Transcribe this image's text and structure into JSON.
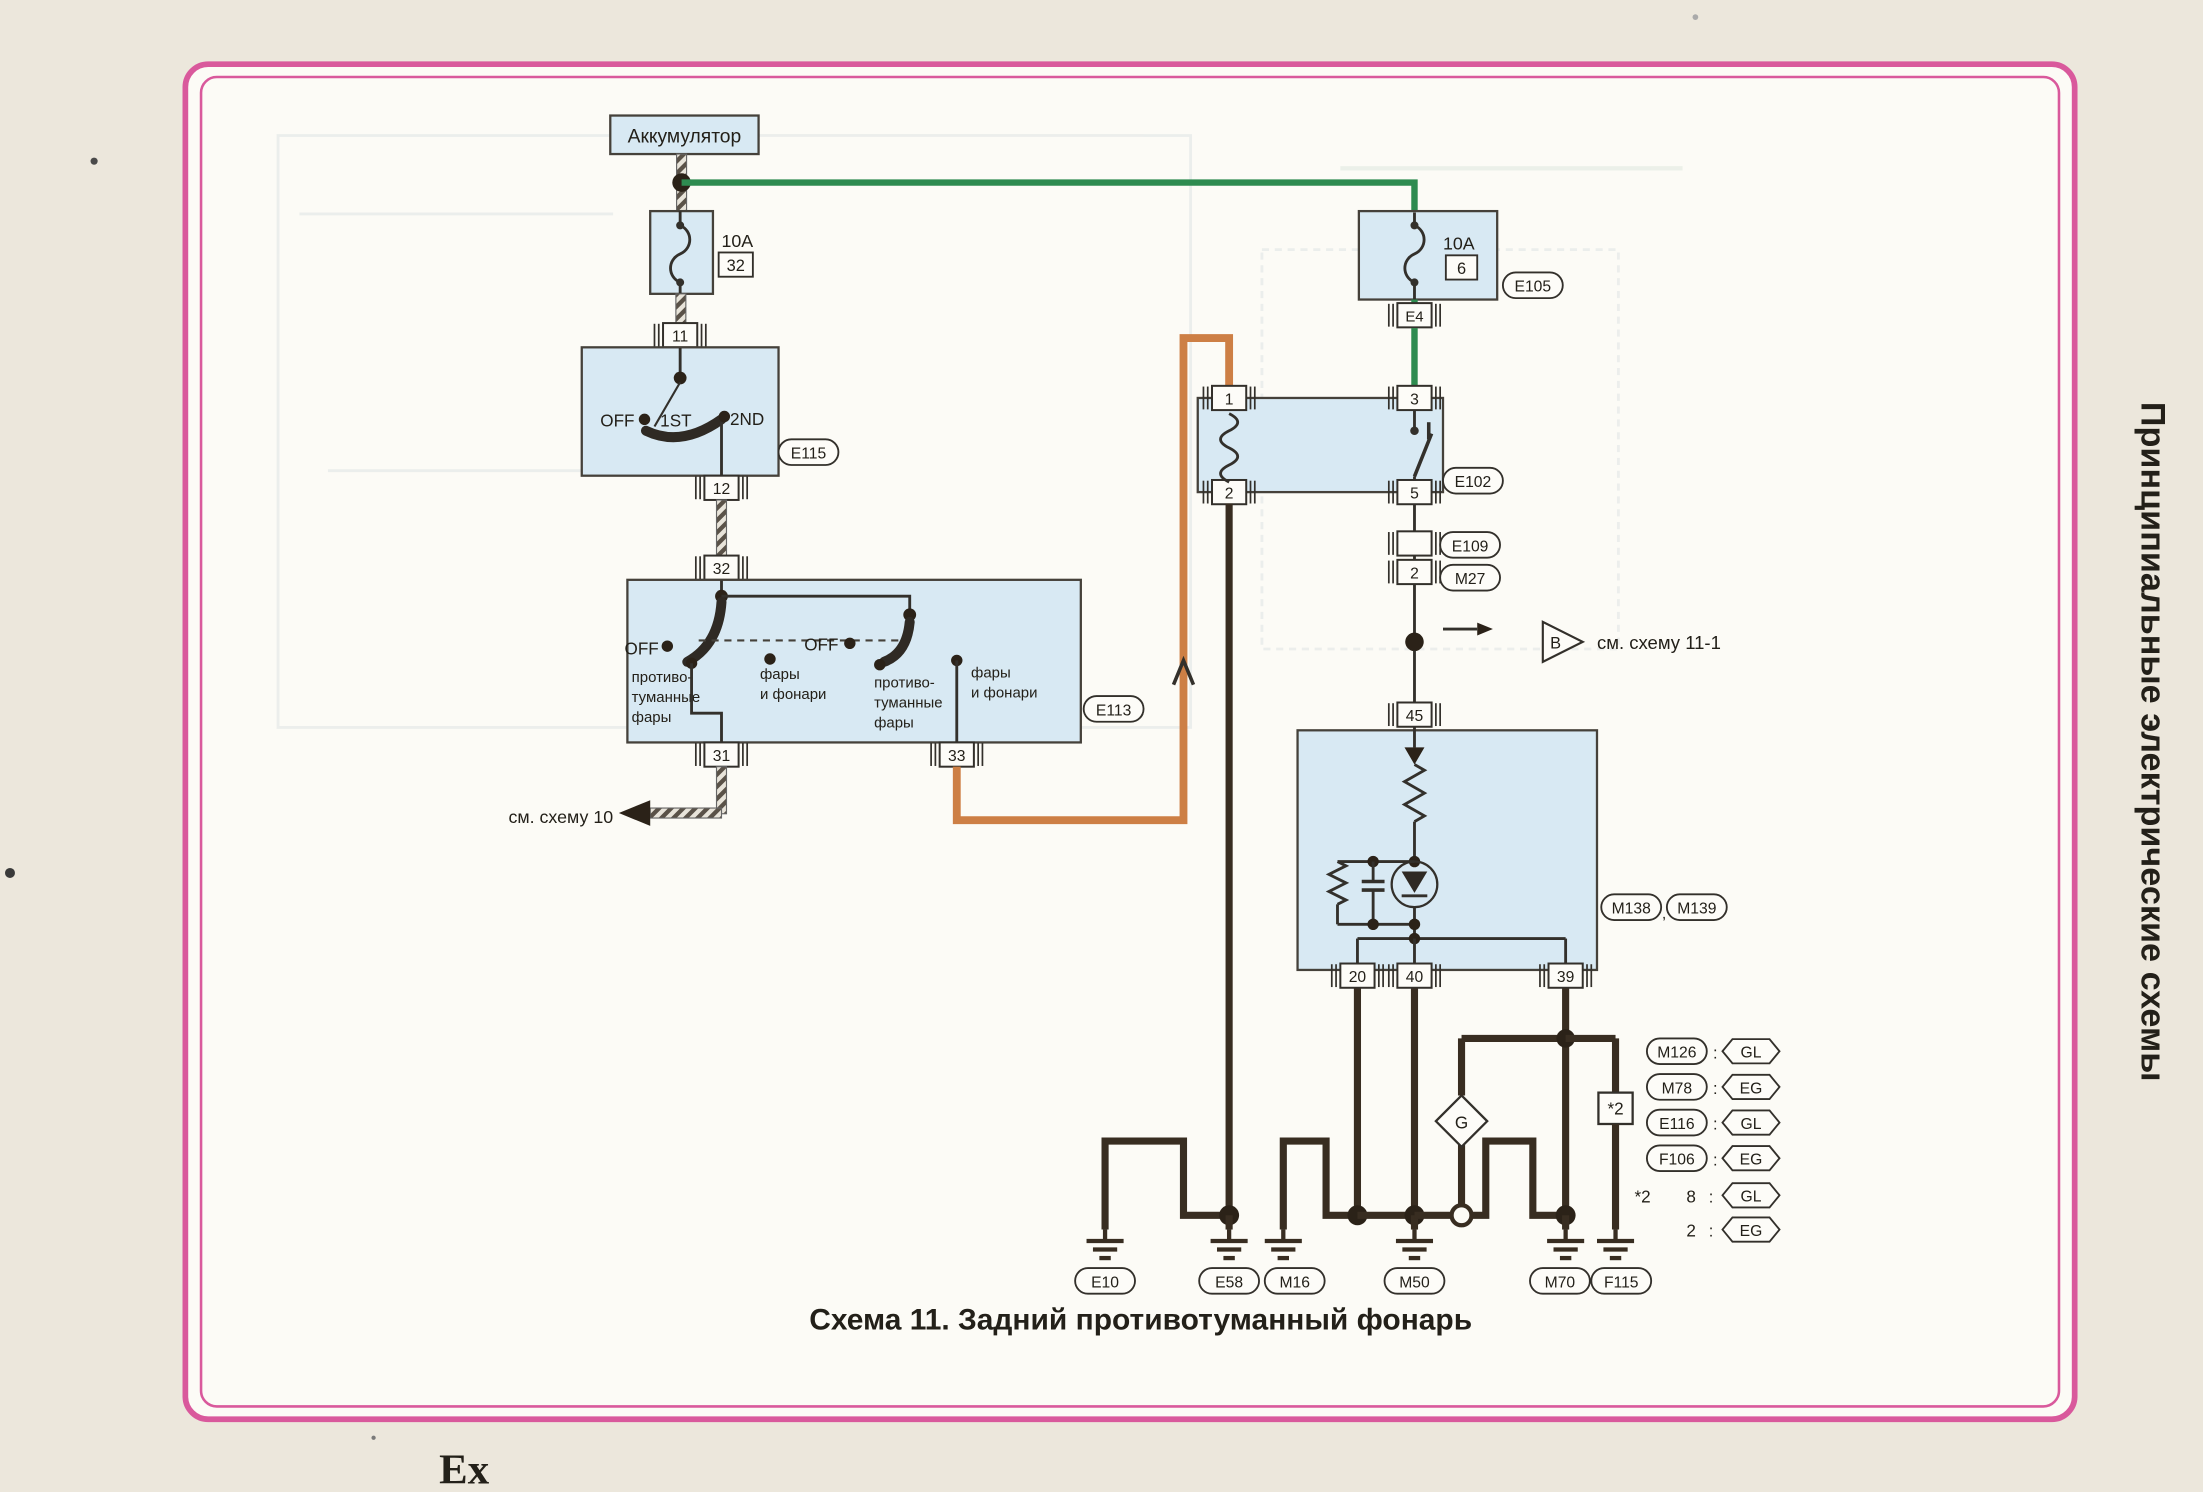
{
  "page": {
    "title": "Схема 11. Задний противотуманный фонарь",
    "side_caption": "Принципиальные электрические схемы",
    "corner_mark": "Ех"
  },
  "colors": {
    "frame_pink": "#d9599c",
    "paper": "#ece7dc",
    "diagram_bg": "#fcfbf6",
    "component_blue": "#d8e9f3",
    "wire_green": "#2e8b50",
    "wire_orange": "#cd7f45",
    "wire_dark": "#382d21"
  },
  "battery": {
    "label": "Аккумулятор"
  },
  "fuses": {
    "left": {
      "rating": "10A",
      "num": "32"
    },
    "right": {
      "rating": "10A",
      "num": "6",
      "ref": "E105"
    }
  },
  "connectors": {
    "c11": "11",
    "c12": "12",
    "c32": "32",
    "c31": "31",
    "c33": "33",
    "e4": "E4",
    "c45": "45",
    "c20": "20",
    "c40": "40",
    "c39": "39",
    "c2": "2",
    "e109": "E109",
    "m27": "M27",
    "g": "G",
    "star2": "*2"
  },
  "light_switch": {
    "off": "OFF",
    "pos1": "1ST",
    "pos2": "2ND",
    "ref": "E115"
  },
  "fog_switch": {
    "ref": "E113",
    "off_left": "OFF",
    "off_right": "OFF",
    "fog_left": [
      "противо-",
      "туманные",
      "фары"
    ],
    "lamps_left": [
      "фары",
      "и фонари"
    ],
    "fog_right": [
      "противо-",
      "туманные",
      "фары"
    ],
    "lamps_right": [
      "фары",
      "и фонари"
    ]
  },
  "relay": {
    "p1": "1",
    "p2": "2",
    "p3": "3",
    "p5": "5",
    "ref": "E102"
  },
  "module": {
    "ref1": "M138",
    "sep": ",",
    "ref2": "M139"
  },
  "notes": {
    "see10": "см. схему 10",
    "see111": "см. схему 11-1",
    "b": "B"
  },
  "grounds": [
    "E10",
    "E58",
    "M16",
    "M50",
    "M70",
    "F115"
  ],
  "legend": {
    "colon": ":",
    "rows": [
      {
        "ref": "M126",
        "code": "GL"
      },
      {
        "ref": "M78",
        "code": "EG"
      },
      {
        "ref": "E116",
        "code": "GL"
      },
      {
        "ref": "F106",
        "code": "EG"
      }
    ],
    "star": {
      "label": "*2",
      "rows": [
        {
          "num": "8",
          "code": "GL"
        },
        {
          "num": "2",
          "code": "EG"
        }
      ]
    }
  }
}
